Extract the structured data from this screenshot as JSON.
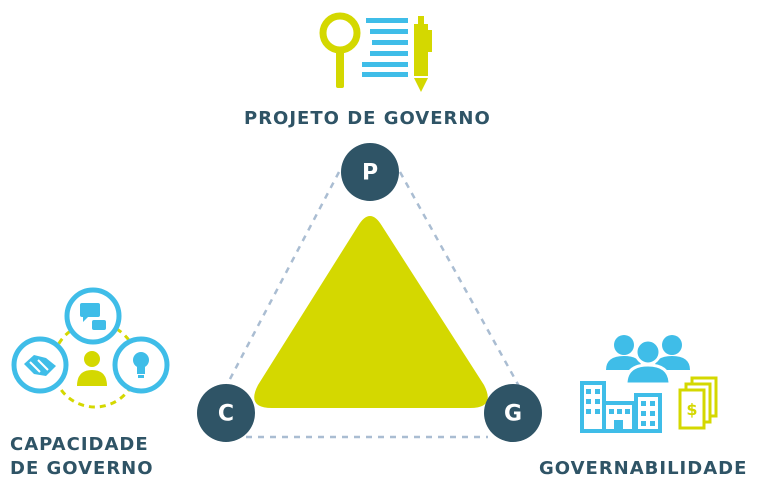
{
  "nodes": {
    "p": {
      "letter": "P",
      "label": "PROJETO DE GOVERNO"
    },
    "c": {
      "letter": "C",
      "label_line1": "CAPACIDADE",
      "label_line2": "DE GOVERNO"
    },
    "g": {
      "letter": "G",
      "label": "GOVERNABILIDADE"
    }
  },
  "icons": {
    "top": [
      "magnifier-icon",
      "document-lines-icon",
      "pen-icon"
    ],
    "left": [
      "handshake-icon",
      "person-icon",
      "chat-icon",
      "lightbulb-icon"
    ],
    "right": [
      "people-group-icon",
      "buildings-icon",
      "money-icon"
    ]
  },
  "colors": {
    "dark": "#2f5466",
    "lime": "#d4d800",
    "blue": "#3fbde8",
    "dashed": "#aabdd2"
  }
}
